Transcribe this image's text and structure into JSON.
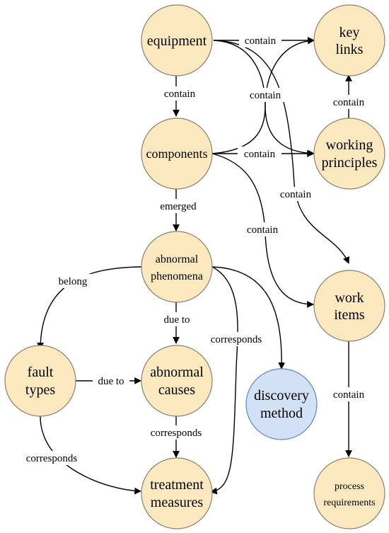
{
  "colors": {
    "node_fill": "#fde9c0",
    "node_stroke": "#8a8070",
    "special_fill": "#d3e1f7",
    "special_stroke": "#5f86c9",
    "edge": "#000000"
  },
  "nodes": {
    "equipment": {
      "lines": [
        "equipment"
      ]
    },
    "key_links": {
      "lines": [
        "key",
        "links"
      ]
    },
    "components": {
      "lines": [
        "components"
      ]
    },
    "working_principles": {
      "lines": [
        "working",
        "principles"
      ]
    },
    "abnormal_phenomena": {
      "lines": [
        "abnormal",
        "phenomena"
      ]
    },
    "work_items": {
      "lines": [
        "work",
        "items"
      ]
    },
    "fault_types": {
      "lines": [
        "fault",
        "types"
      ]
    },
    "abnormal_causes": {
      "lines": [
        "abnormal",
        "causes"
      ]
    },
    "discovery_method": {
      "lines": [
        "discovery",
        "method"
      ]
    },
    "treatment_measures": {
      "lines": [
        "treatment",
        "measures"
      ]
    },
    "process_requirements": {
      "lines": [
        "process",
        "requirements"
      ]
    }
  },
  "edges": {
    "equipment_key_links": "contain",
    "equipment_components": "contain",
    "components_key_links": "contain",
    "working_principles_key_links": "contain",
    "components_working_principles": "contain",
    "equipment_work_items": "contain",
    "components_work_items": "contain",
    "components_abnormal_phenomena": "emerged",
    "abnormal_phenomena_fault_types": "belong",
    "abnormal_phenomena_abnormal_causes": "due to",
    "abnormal_phenomena_treatment_measures": "corresponds",
    "fault_types_abnormal_causes": "due to",
    "abnormal_causes_treatment_measures": "corresponds",
    "fault_types_treatment_measures": "corresponds",
    "work_items_process_requirements": "contain"
  }
}
